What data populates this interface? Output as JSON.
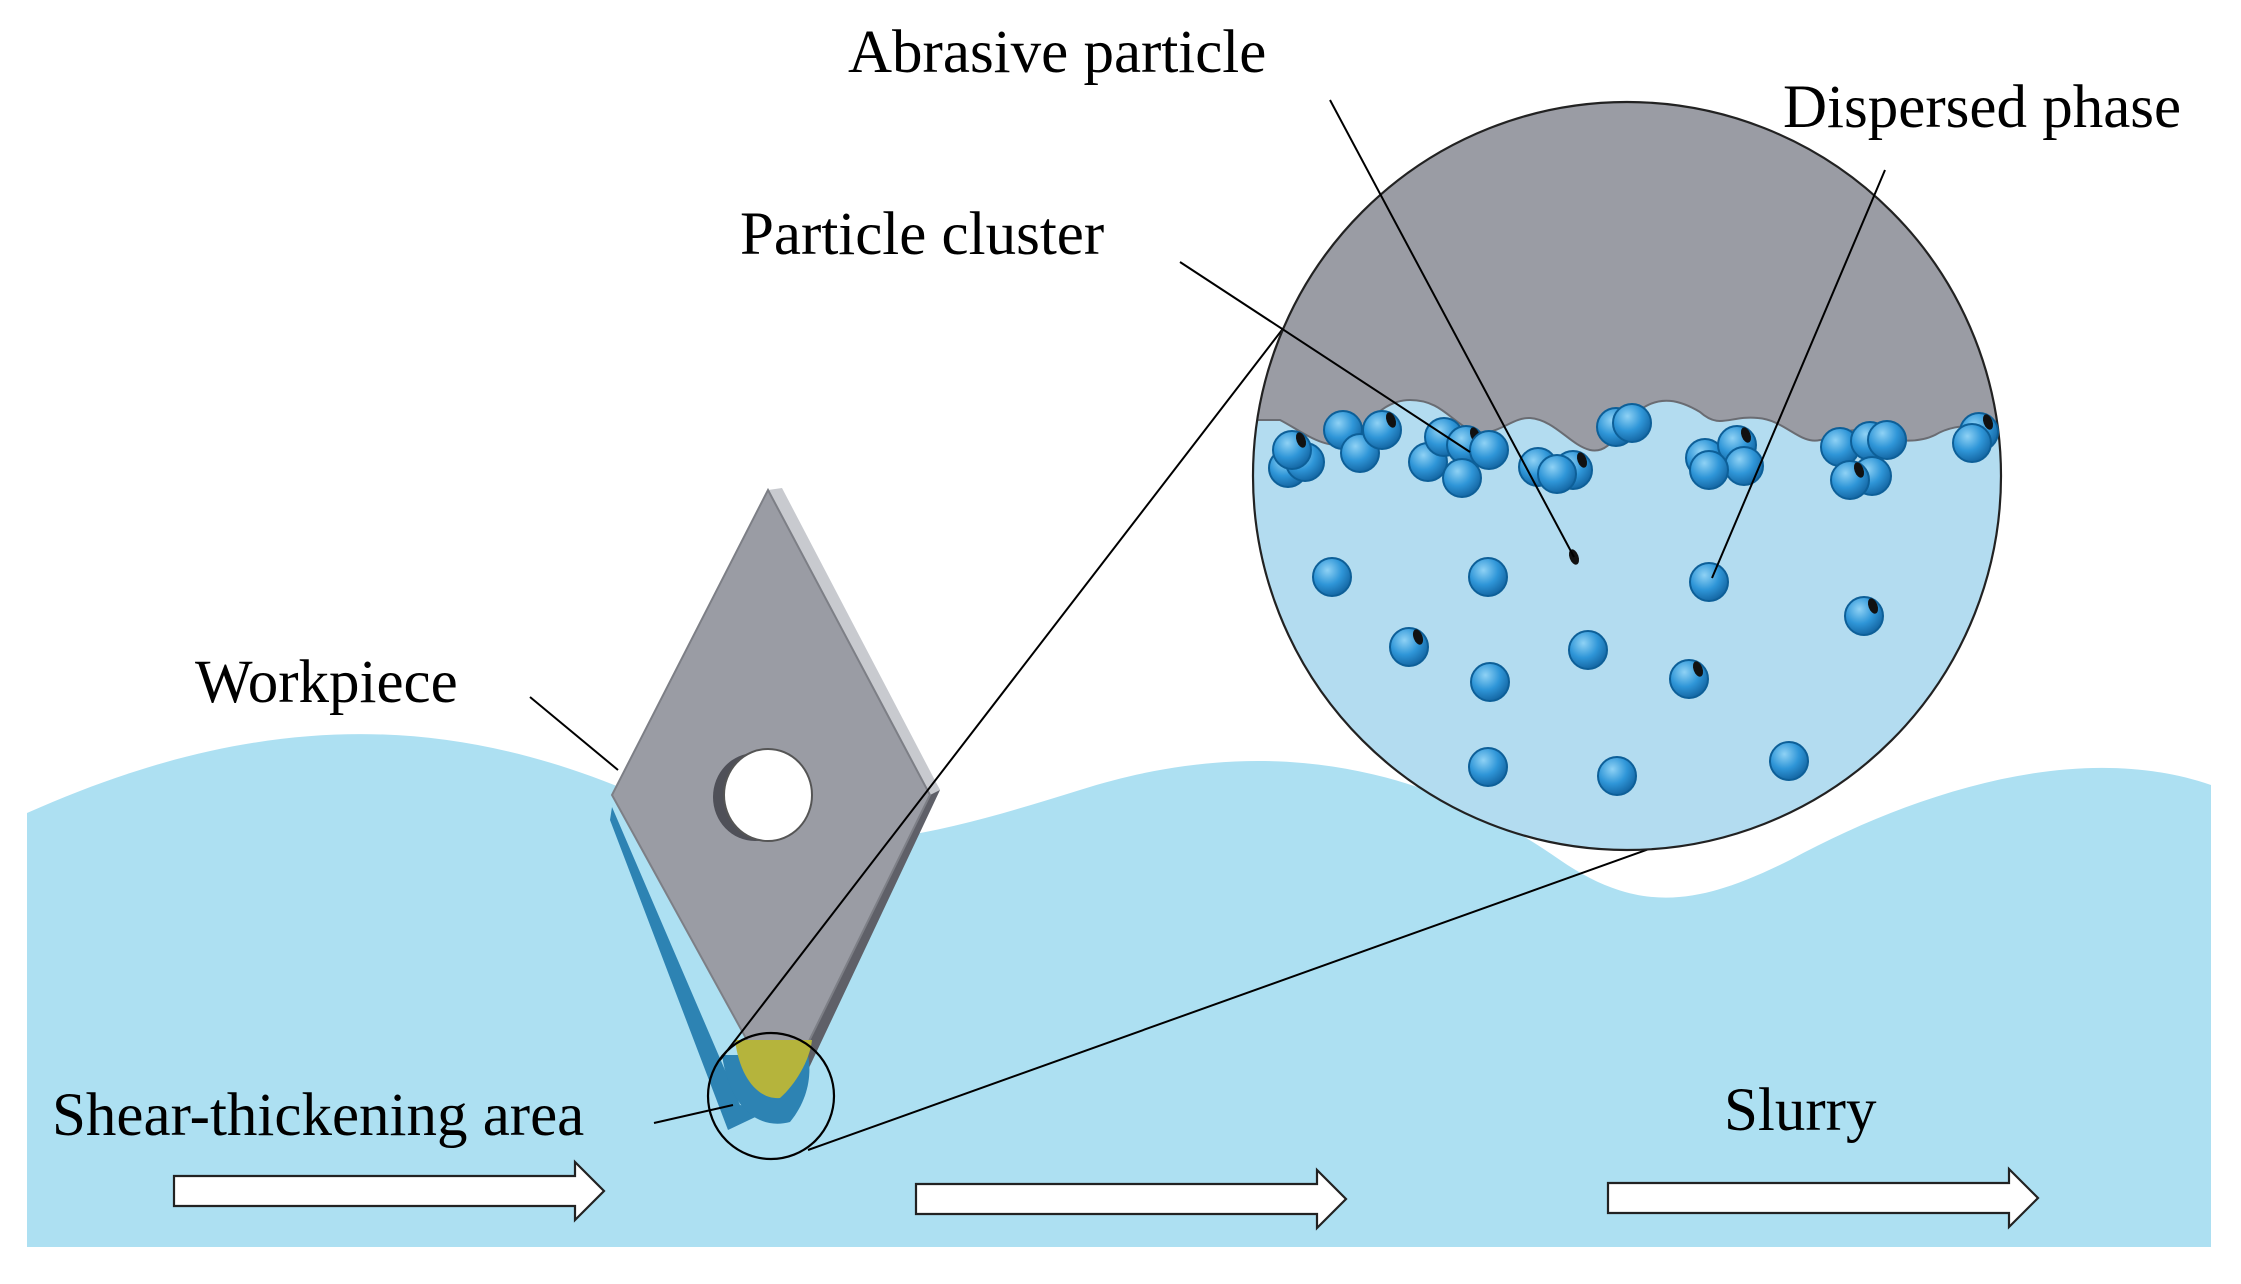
{
  "labels": {
    "abrasive_particle": "Abrasive particle",
    "dispersed_phase": "Dispersed phase",
    "particle_cluster": "Particle cluster",
    "workpiece": "Workpiece",
    "shear_thickening_area": "Shear-thickening area",
    "slurry": "Slurry"
  },
  "colors": {
    "slurry": "#ade0f2",
    "zoom_slurry": "#b3dcf0",
    "workpiece_face": "#9a9ca4",
    "workpiece_side": "#5f6068",
    "workpiece_edge": "#c8cacf",
    "particle": "#2f96d8",
    "particle_edge": "#0d5f98",
    "abrasive": "#111111",
    "shear_zone": "#b5b43c",
    "shear_shadow": "#2d83b3"
  },
  "icons": [
    "arrow-right-icon"
  ]
}
